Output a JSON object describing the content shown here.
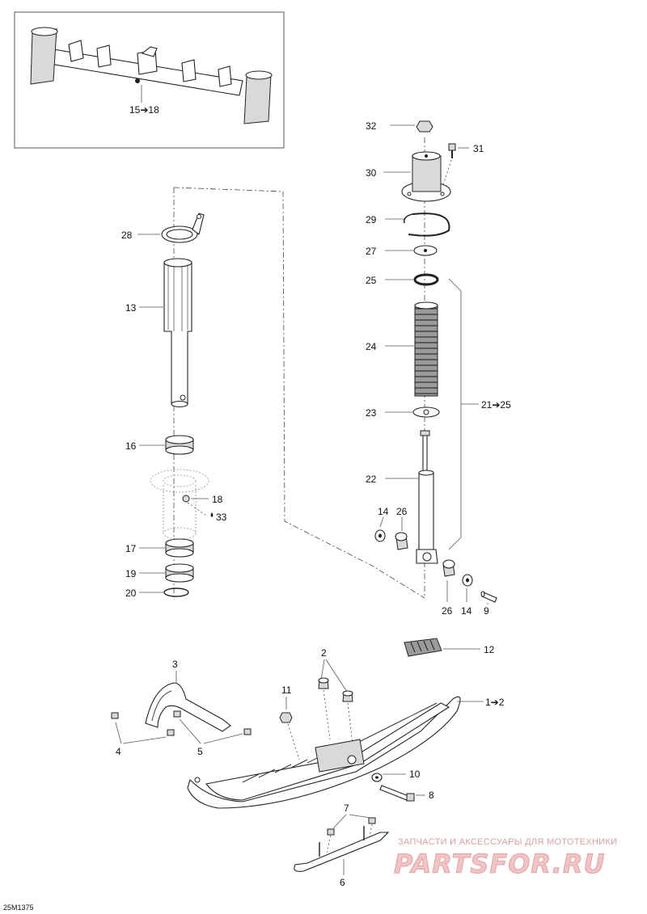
{
  "diagram_code": "25M1375",
  "labels": {
    "c15_18": "15➔18",
    "c28": "28",
    "c13": "13",
    "c16": "16",
    "c18": "18",
    "c33": "33",
    "c17": "17",
    "c19": "19",
    "c20": "20",
    "c32": "32",
    "c31": "31",
    "c30": "30",
    "c29": "29",
    "c27": "27",
    "c25": "25",
    "c24": "24",
    "c23": "23",
    "c21_25": "21➔25",
    "c22": "22",
    "c14a": "14",
    "c26a": "26",
    "c26b": "26",
    "c14b": "14",
    "c9": "9",
    "c2": "2",
    "c12": "12",
    "c3": "3",
    "c11": "11",
    "c1_2": "1➔2",
    "c4": "4",
    "c5": "5",
    "c10": "10",
    "c8": "8",
    "c7": "7",
    "c6": "6"
  },
  "watermark": {
    "line1": "ЗАПЧАСТИ И АКСЕССУАРЫ ДЛЯ МОТОТЕХНИКИ",
    "line2": "PARTSFOR.RU"
  }
}
